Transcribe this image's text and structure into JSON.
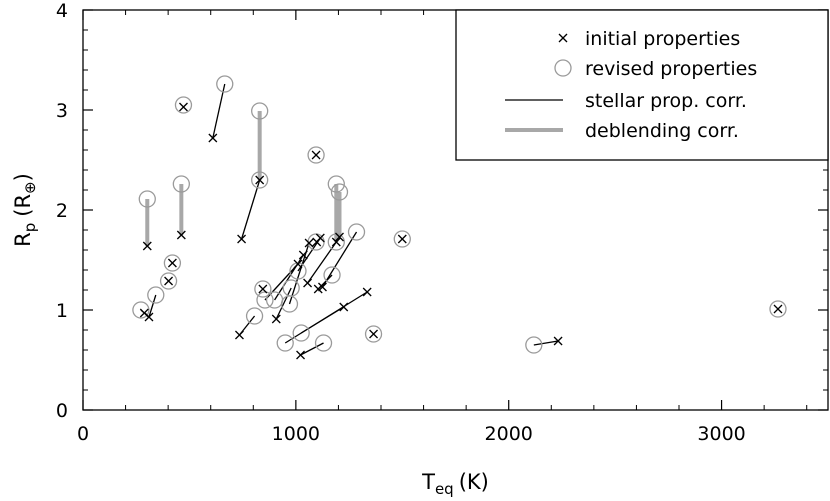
{
  "chart_data": {
    "type": "scatter",
    "title": "",
    "xlabel": "T",
    "xlabel_sub": "eq",
    "xlabel_unit": "(K)",
    "ylabel": "R",
    "ylabel_sub": "p",
    "ylabel_unit_open": "(R",
    "ylabel_unit_symbol": "⊕",
    "ylabel_unit_close": ")",
    "xlim": [
      0,
      3500
    ],
    "ylim": [
      0,
      4
    ],
    "xticks": [
      0,
      1000,
      2000,
      3000
    ],
    "xtick_labels": [
      "0",
      "1000",
      "2000",
      "3000"
    ],
    "yticks": [
      0,
      1,
      2,
      3,
      4
    ],
    "ytick_labels": [
      "0",
      "1",
      "2",
      "3",
      "4"
    ],
    "grid": false,
    "legend_position": "top-right",
    "legend": [
      {
        "key": "initial",
        "label": "initial properties",
        "marker": "x"
      },
      {
        "key": "revised",
        "label": "revised properties",
        "marker": "circle"
      },
      {
        "key": "stellar",
        "label": "stellar prop. corr.",
        "marker": "line-black"
      },
      {
        "key": "deblend",
        "label": "deblending corr.",
        "marker": "line-gray"
      }
    ],
    "colors": {
      "initial": "#000000",
      "revised": "#9a9a9a",
      "stellar": "#000000",
      "deblend": "#a8a8a8"
    },
    "points": [
      {
        "x0": 288,
        "y0": 0.97,
        "x1": 272,
        "y1": 1.0,
        "corr": "stellar"
      },
      {
        "x0": 310,
        "y0": 0.93,
        "x1": 342,
        "y1": 1.15,
        "corr": "stellar"
      },
      {
        "x0": 302,
        "y0": 1.64,
        "x1": 302,
        "y1": 2.11,
        "corr": "deblend"
      },
      {
        "x0": 402,
        "y0": 1.29,
        "x1": 402,
        "y1": 1.29,
        "corr": "none"
      },
      {
        "x0": 420,
        "y0": 1.47,
        "x1": 420,
        "y1": 1.47,
        "corr": "none"
      },
      {
        "x0": 462,
        "y0": 1.75,
        "x1": 462,
        "y1": 2.26,
        "corr": "deblend"
      },
      {
        "x0": 472,
        "y0": 3.03,
        "x1": 472,
        "y1": 3.05,
        "corr": "none"
      },
      {
        "x0": 610,
        "y0": 2.72,
        "x1": 666,
        "y1": 3.26,
        "corr": "stellar"
      },
      {
        "x0": 735,
        "y0": 0.75,
        "x1": 806,
        "y1": 0.94,
        "corr": "stellar"
      },
      {
        "x0": 745,
        "y0": 1.71,
        "x1": 830,
        "y1": 2.3,
        "corr": "stellar"
      },
      {
        "x0": 830,
        "y0": 2.3,
        "x1": 830,
        "y1": 2.99,
        "corr": "deblend"
      },
      {
        "x0": 845,
        "y0": 1.21,
        "x1": 845,
        "y1": 1.21,
        "corr": "none"
      },
      {
        "x0": 908,
        "y0": 0.91,
        "x1": 978,
        "y1": 1.22,
        "corr": "stellar"
      },
      {
        "x0": 1010,
        "y0": 1.46,
        "x1": 855,
        "y1": 1.1,
        "corr": "stellar"
      },
      {
        "x0": 1035,
        "y0": 1.55,
        "x1": 900,
        "y1": 1.1,
        "corr": "stellar"
      },
      {
        "x0": 1062,
        "y0": 1.67,
        "x1": 970,
        "y1": 1.06,
        "corr": "stellar"
      },
      {
        "x0": 1115,
        "y0": 1.72,
        "x1": 1010,
        "y1": 1.39,
        "corr": "stellar"
      },
      {
        "x0": 1098,
        "y0": 1.68,
        "x1": 1095,
        "y1": 1.68,
        "corr": "none"
      },
      {
        "x0": 1022,
        "y0": 0.55,
        "x1": 1130,
        "y1": 0.67,
        "corr": "stellar"
      },
      {
        "x0": 1225,
        "y0": 1.03,
        "x1": 1025,
        "y1": 0.77,
        "corr": "stellar"
      },
      {
        "x0": 1335,
        "y0": 1.18,
        "x1": 950,
        "y1": 0.67,
        "corr": "stellar"
      },
      {
        "x0": 1095,
        "y0": 2.55,
        "x1": 1095,
        "y1": 2.55,
        "corr": "none"
      },
      {
        "x0": 1105,
        "y0": 1.21,
        "x1": 1170,
        "y1": 1.35,
        "corr": "stellar"
      },
      {
        "x0": 1055,
        "y0": 1.27,
        "x1": 1190,
        "y1": 1.68,
        "corr": "stellar"
      },
      {
        "x0": 1190,
        "y0": 1.68,
        "x1": 1190,
        "y1": 2.26,
        "corr": "deblend"
      },
      {
        "x0": 1205,
        "y0": 1.73,
        "x1": 1205,
        "y1": 2.18,
        "corr": "deblend"
      },
      {
        "x0": 1125,
        "y0": 1.23,
        "x1": 1285,
        "y1": 1.78,
        "corr": "stellar"
      },
      {
        "x0": 1365,
        "y0": 0.76,
        "x1": 1365,
        "y1": 0.76,
        "corr": "none"
      },
      {
        "x0": 1500,
        "y0": 1.71,
        "x1": 1500,
        "y1": 1.71,
        "corr": "none"
      },
      {
        "x0": 2232,
        "y0": 0.69,
        "x1": 2118,
        "y1": 0.65,
        "corr": "stellar"
      },
      {
        "x0": 3265,
        "y0": 1.01,
        "x1": 3265,
        "y1": 1.01,
        "corr": "none"
      }
    ]
  }
}
